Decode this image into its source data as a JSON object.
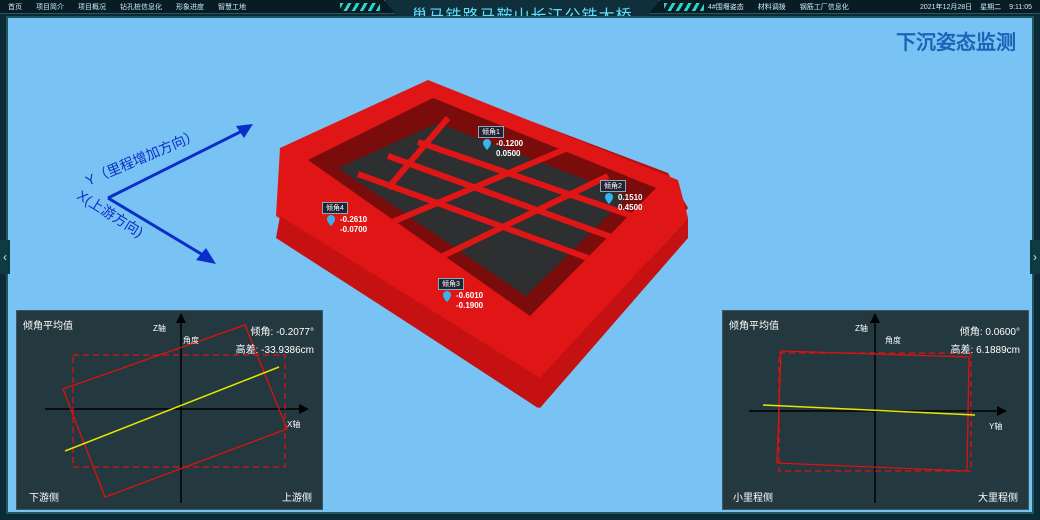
{
  "nav_left": [
    "首页",
    "项目简介",
    "项目概况",
    "钻孔桩信息化",
    "形象进度",
    "智慧工地"
  ],
  "title": "巢马铁路马鞍山长江公铁大桥",
  "nav_right": [
    "4#围堰姿态",
    "材料调拨",
    "钢筋工厂信息化"
  ],
  "date": "2021年12月28日",
  "weekday": "星期二",
  "time": "9:11:05",
  "page_title": "下沉姿态监测",
  "axes": {
    "y_label": "Y（里程增加方向）",
    "x_label": "X(上游方向)"
  },
  "sensors": [
    {
      "name": "倾角1",
      "v1": "-0.1200",
      "v2": "0.0500"
    },
    {
      "name": "倾角2",
      "v1": "0.1510",
      "v2": "0.4500"
    },
    {
      "name": "倾角3",
      "v1": "-0.6010",
      "v2": "-0.1900"
    },
    {
      "name": "倾角4",
      "v1": "-0.2610",
      "v2": "-0.0700"
    }
  ],
  "left_panel": {
    "title": "倾角平均值",
    "z_label": "Z轴",
    "x_label": "X轴",
    "angle_label": "角度",
    "tilt": "倾角: -0.2077°",
    "diff": "高差: -33.9386cm",
    "bottom_left": "下游侧",
    "bottom_right": "上游侧"
  },
  "right_panel": {
    "title": "倾角平均值",
    "z_label": "Z轴",
    "y_label": "Y轴",
    "angle_label": "角度",
    "tilt": "倾角: 0.0600°",
    "diff": "高差: 6.1889cm",
    "bottom_left": "小里程侧",
    "bottom_right": "大里程侧"
  },
  "colors": {
    "accent": "#5ee0ff",
    "model": "#e01515",
    "panel": "#24383f",
    "stage": "#79c3f4"
  }
}
